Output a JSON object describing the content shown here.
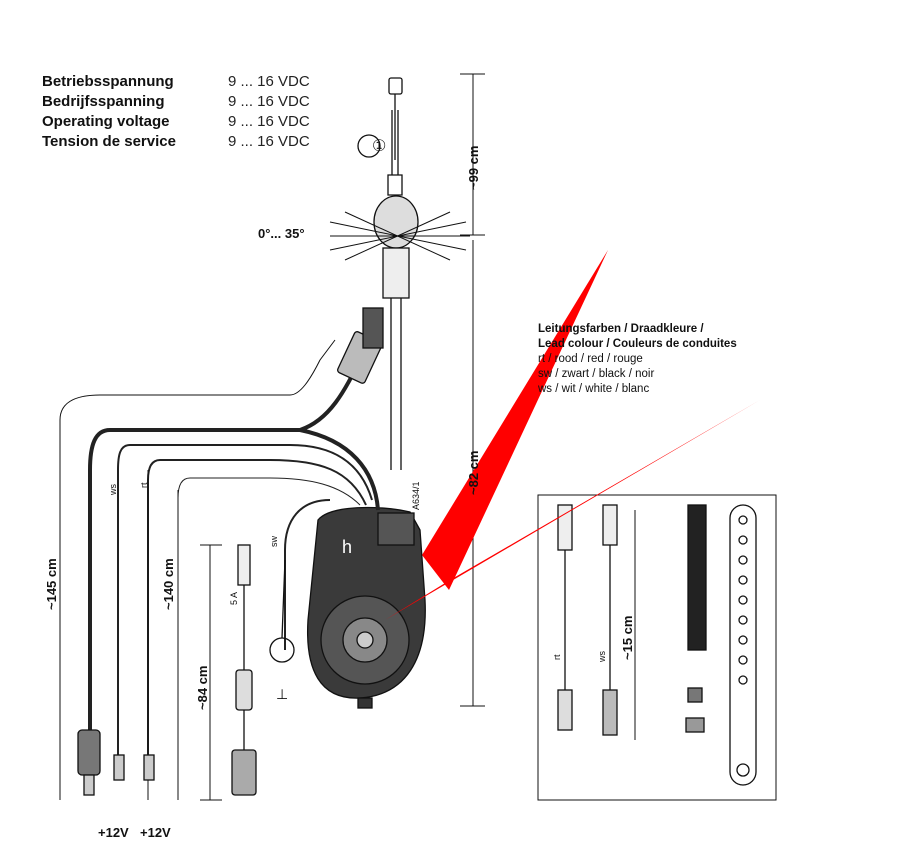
{
  "specs": [
    {
      "label": "Betriebsspannung",
      "value": "9 ... 16 VDC"
    },
    {
      "label": "Bedrijfsspanning",
      "value": "9 ... 16 VDC"
    },
    {
      "label": "Operating voltage",
      "value": "9 ... 16 VDC"
    },
    {
      "label": "Tension de service",
      "value": "9 ... 16 VDC"
    }
  ],
  "diagram": {
    "circle_number": "①",
    "angle": "0°... 35°",
    "dim_top": "~99 cm",
    "dim_mast": "~82 cm",
    "dim_145": "~145 cm",
    "dim_140": "~140 cm",
    "dim_84": "~84 cm",
    "dim_15": "~15 cm",
    "model": "A634/1",
    "wire_ws": "ws",
    "wire_rt": "rt",
    "wire_sw": "sw",
    "fuse": "5 A",
    "supply_1": "+12V",
    "supply_2": "+12V",
    "motor_letter": "h",
    "kit_rt": "rt",
    "kit_ws": "ws",
    "ground_symbol": "⊥"
  },
  "legend": {
    "line1": "Leitungsfarben / Draadkleure /",
    "line2": "Lead colour / Couleurs de conduites",
    "line3": "rt / rood / red / rouge",
    "line4": "sw / zwart / black / noir",
    "line5": "ws / wit / white / blanc"
  },
  "colors": {
    "overlay_red": "#ff0000",
    "line": "#111111"
  }
}
